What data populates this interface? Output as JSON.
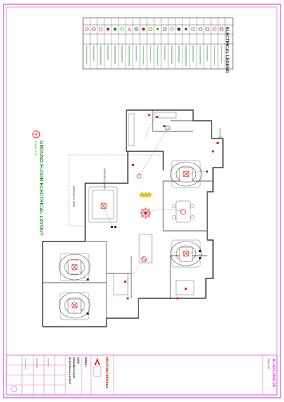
{
  "sheet": {
    "accent_color": "#d22ad2",
    "line_color": "#2d2d2d",
    "wall_color": "#8a8a8a",
    "light_color": "#d62020",
    "green_color": "#1f9a1f"
  },
  "legend": {
    "title": "ELECTRICAL LEGEND",
    "item_count": 20
  },
  "plan": {
    "title": "GROUND FLOOR ELECTRICAL LAYOUT",
    "scale": "SCALE - 1:50",
    "veranda_top": "VERANDA 24' WIDE",
    "veranda_left": "VERANDA 24' WIDE"
  },
  "title_block": {
    "sheet_code": "A-1423-2020-26",
    "drawing_no": "DWG. NO.",
    "company_name": "PRASANNA DESIGNS",
    "client_label": "MANJU",
    "project_label": "VIEW",
    "drawing_title_1": "GROUND FLOOR",
    "drawing_title_2": "ELECTRICAL LAYOUT"
  }
}
